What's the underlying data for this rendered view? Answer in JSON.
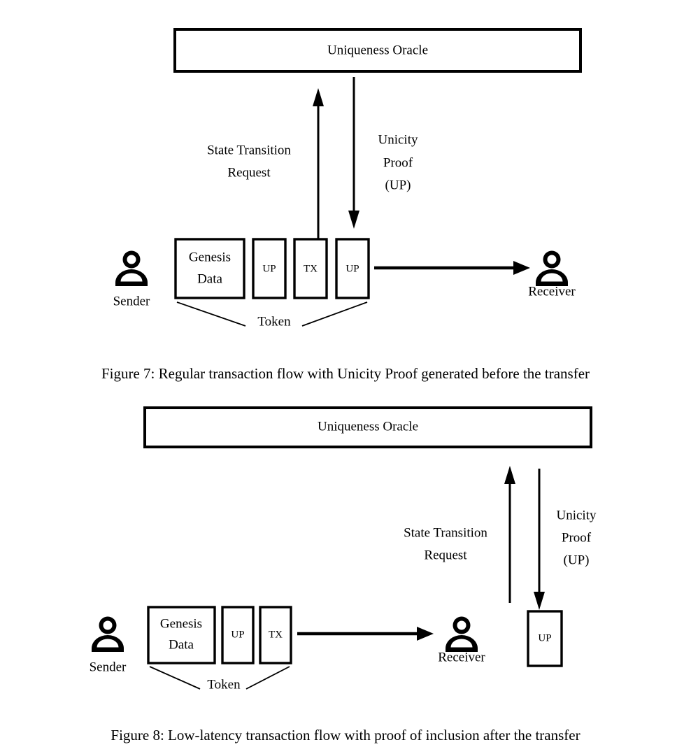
{
  "document": {
    "type": "academic-figure-page",
    "background_color": "#ffffff",
    "ink_color": "#000000"
  },
  "figure7": {
    "id": "figure-7",
    "oracle": {
      "label": "Uniqueness Oracle"
    },
    "actors": {
      "sender": {
        "label": "Sender",
        "icon": "person-icon"
      },
      "receiver": {
        "label": "Receiver",
        "icon": "person-icon"
      }
    },
    "token": {
      "label": "Token",
      "boxes": [
        {
          "label_line1": "Genesis",
          "label_line2": "Data",
          "size": "large"
        },
        {
          "label_line1": "UP",
          "label_line2": "",
          "size": "small"
        },
        {
          "label_line1": "TX",
          "label_line2": "",
          "size": "small"
        },
        {
          "label_line1": "UP",
          "label_line2": "",
          "size": "small"
        }
      ]
    },
    "arrows": [
      {
        "name": "state-transition-request",
        "direction": "up",
        "label_lines": [
          "State Transition",
          "Request"
        ]
      },
      {
        "name": "unicity-proof",
        "direction": "down",
        "label_lines": [
          "Unicity",
          "Proof",
          "(UP)"
        ]
      },
      {
        "name": "transfer-to-receiver",
        "direction": "right",
        "label_lines": []
      }
    ],
    "caption": "Figure 7: Regular transaction flow with Unicity Proof generated before the transfer"
  },
  "figure8": {
    "id": "figure-8",
    "oracle": {
      "label": "Uniqueness Oracle"
    },
    "actors": {
      "sender": {
        "label": "Sender",
        "icon": "person-icon"
      },
      "receiver": {
        "label": "Receiver",
        "icon": "person-icon"
      }
    },
    "token": {
      "label": "Token",
      "boxes": [
        {
          "label_line1": "Genesis",
          "label_line2": "Data",
          "size": "large"
        },
        {
          "label_line1": "UP",
          "label_line2": "",
          "size": "small"
        },
        {
          "label_line1": "TX",
          "label_line2": "",
          "size": "small"
        }
      ]
    },
    "standalone_box": {
      "label": "UP"
    },
    "arrows": [
      {
        "name": "state-transition-request",
        "direction": "up",
        "label_lines": [
          "State Transition",
          "Request"
        ]
      },
      {
        "name": "unicity-proof",
        "direction": "down",
        "label_lines": [
          "Unicity",
          "Proof",
          "(UP)"
        ]
      },
      {
        "name": "transfer-to-receiver",
        "direction": "right",
        "label_lines": []
      }
    ],
    "caption": "Figure 8: Low-latency transaction flow with proof of inclusion after the transfer"
  }
}
